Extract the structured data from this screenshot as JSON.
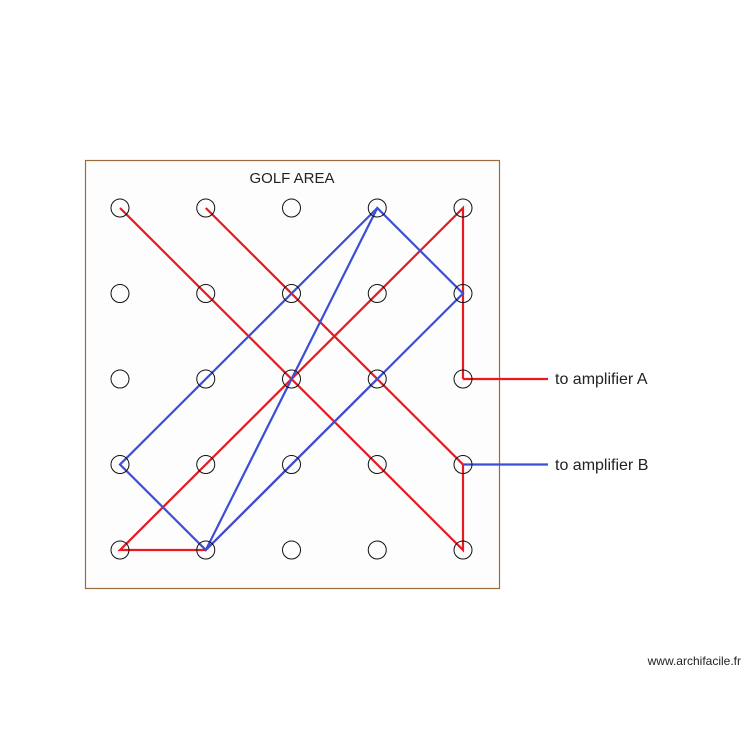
{
  "area": {
    "title": "GOLF AREA",
    "border_color": "#9c6b3c",
    "background": "#fdfdfd"
  },
  "grid": {
    "rows": 5,
    "cols": 5,
    "node_icon": "circle-outline-icon"
  },
  "loops": [
    {
      "name": "amplifier-a",
      "color": "#e8191f",
      "label": "to amplifier A",
      "exit_node": [
        2,
        4
      ],
      "path": [
        [
          0,
          0
        ],
        [
          4,
          4
        ],
        [
          3,
          4
        ],
        [
          0,
          1
        ],
        [
          2,
          3
        ],
        [
          4,
          1
        ],
        [
          4,
          0
        ],
        [
          0,
          4
        ],
        [
          2,
          4
        ]
      ]
    },
    {
      "name": "amplifier-b",
      "color": "#3b4fd6",
      "label": "to amplifier B",
      "exit_node": [
        3,
        4
      ],
      "path": [
        [
          3,
          0
        ],
        [
          4,
          1
        ],
        [
          0,
          3
        ],
        [
          1,
          4
        ],
        [
          4,
          1
        ],
        [
          3,
          0
        ],
        [
          0,
          3
        ],
        [
          1,
          4
        ],
        [
          0,
          3
        ],
        [
          3,
          0
        ],
        [
          4,
          1
        ],
        [
          1,
          4
        ],
        [
          0,
          3
        ],
        [
          3,
          0
        ]
      ]
    }
  ],
  "footer": {
    "watermark": "www.archifacile.fr"
  }
}
